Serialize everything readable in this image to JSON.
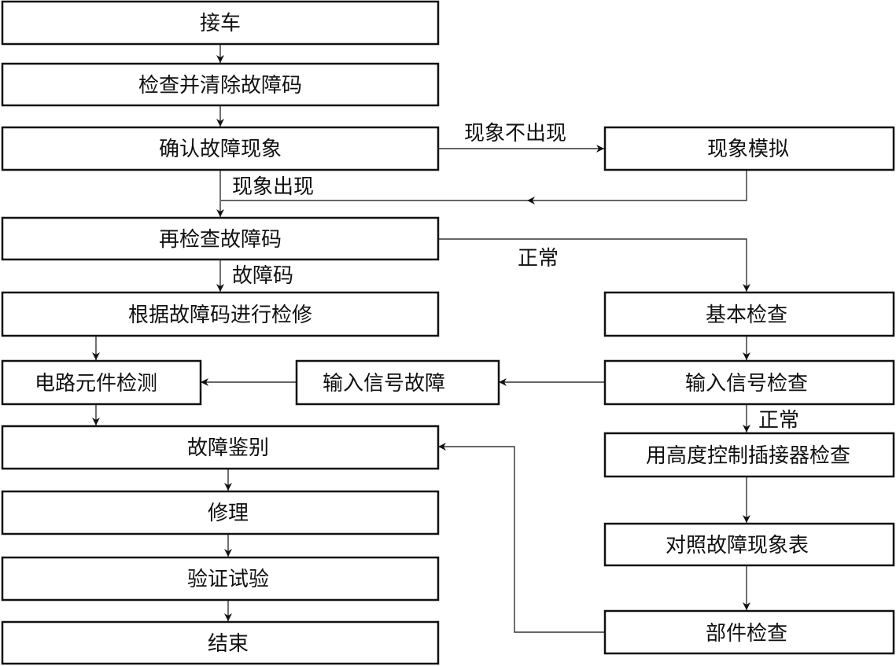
{
  "diagram": {
    "nodes": {
      "receive_car": "接车",
      "check_clear_codes": "检查并清除故障码",
      "confirm_symptom": "确认故障现象",
      "simulate_symptom": "现象模拟",
      "recheck_codes": "再检查故障码",
      "repair_by_codes": "根据故障码进行检修",
      "basic_check": "基本检查",
      "circuit_component_test": "电路元件检测",
      "input_signal_fault": "输入信号故障",
      "input_signal_check": "输入信号检查",
      "fault_identification": "故障鉴别",
      "height_connector_check": "用高度控制插接器检查",
      "repair": "修理",
      "compare_symptom_table": "对照故障现象表",
      "verification_test": "验证试验",
      "part_check": "部件检查",
      "end": "结束"
    },
    "edges": {
      "symptom_absent": "现象不出现",
      "symptom_present": "现象出现",
      "normal_1": "正常",
      "fault_code": "故障码",
      "normal_2": "正常"
    }
  }
}
